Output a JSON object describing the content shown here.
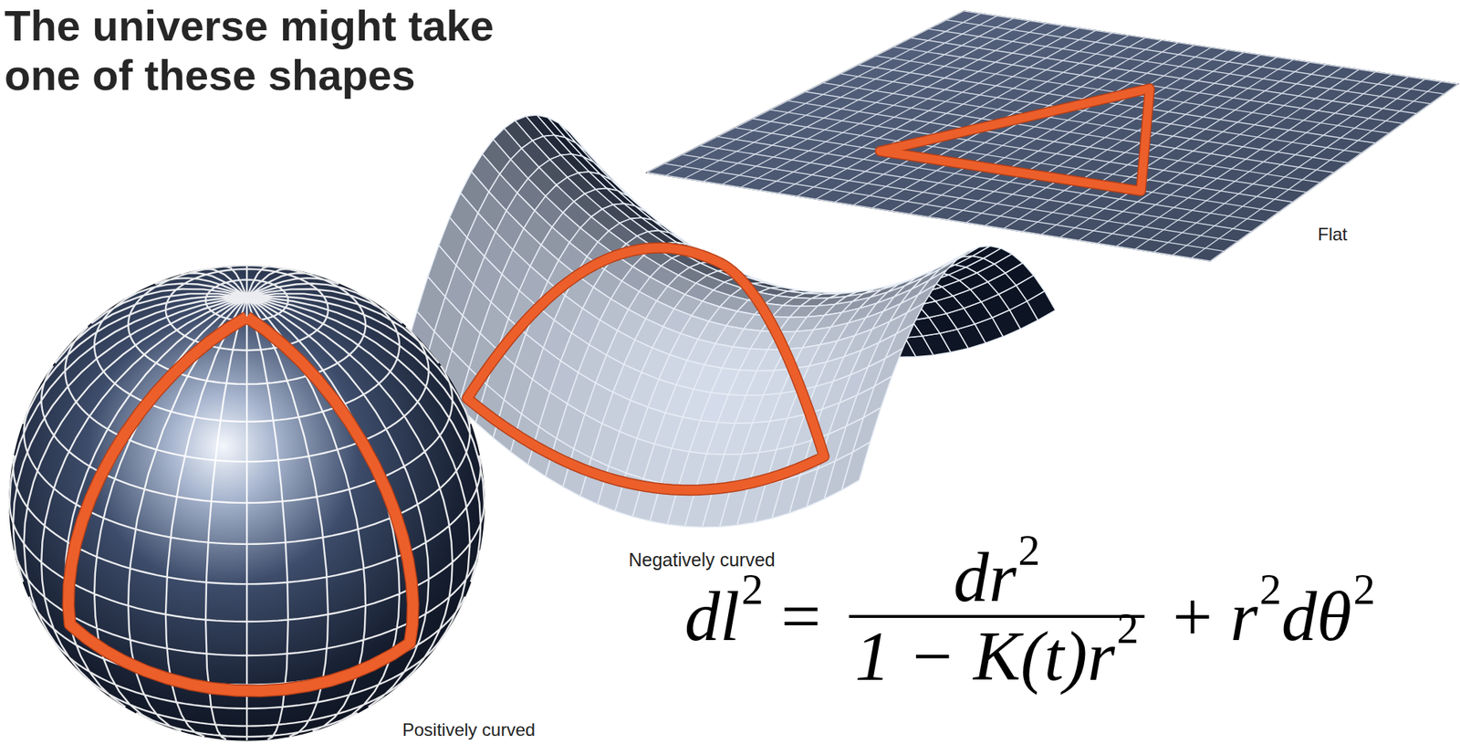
{
  "diagram": {
    "title": "The universe might take one of these shapes",
    "labels": [
      "Flat",
      "Negatively curved",
      "Positively curved",
      "dl",
      "2",
      "=",
      "dr",
      "2",
      "1 − K(t)r",
      "2",
      "+",
      "r",
      "2",
      "dθ",
      "2"
    ]
  }
}
